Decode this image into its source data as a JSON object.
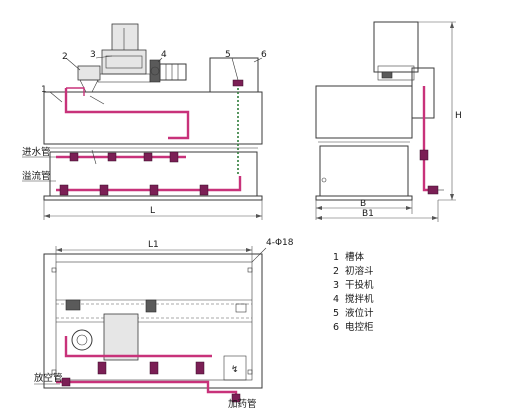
{
  "front_view": {
    "part_numbers": [
      "1",
      "2",
      "3",
      "4",
      "5",
      "6"
    ],
    "inlet_label": "进水管",
    "overflow_label": "溢流管",
    "length_label": "L"
  },
  "side_view": {
    "height_label": "H",
    "width_label": "B",
    "width1_label": "B1"
  },
  "plan_view": {
    "length1_label": "L1",
    "holes_label": "4-Φ18",
    "drain_label": "放空管",
    "dosing_label": "加药管"
  },
  "legend": {
    "items": [
      {
        "num": "1",
        "name": "槽体"
      },
      {
        "num": "2",
        "name": "初溶斗"
      },
      {
        "num": "3",
        "name": "干投机"
      },
      {
        "num": "4",
        "name": "搅拌机"
      },
      {
        "num": "5",
        "name": "液位计"
      },
      {
        "num": "6",
        "name": "电控柜"
      }
    ]
  }
}
